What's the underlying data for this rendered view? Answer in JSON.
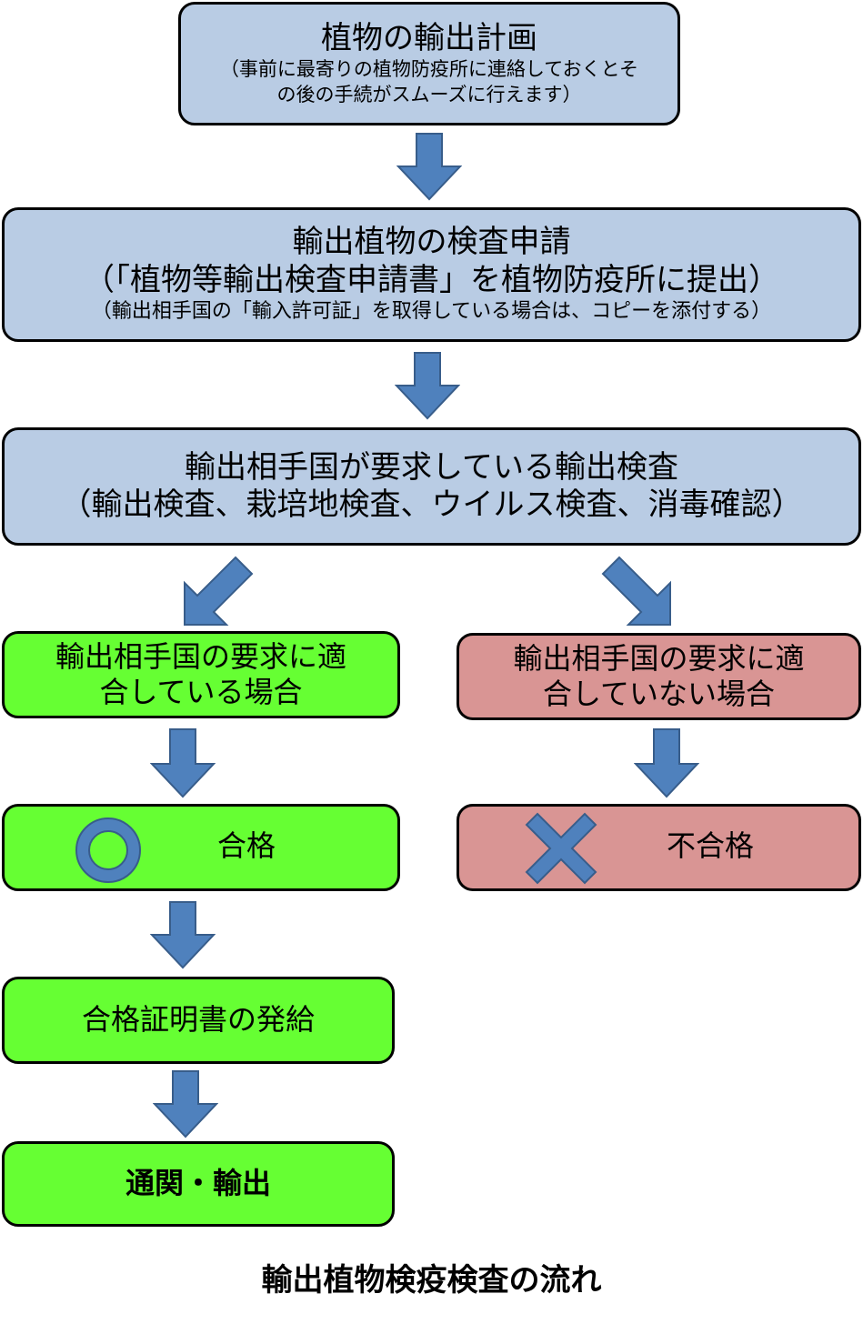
{
  "boxes": {
    "plan": {
      "title": "植物の輸出計画",
      "note_line1": "（事前に最寄りの植物防疫所に連絡しておくとそ",
      "note_line2": "の後の手続がスムーズに行えます）"
    },
    "apply": {
      "title": "輸出植物の検査申請",
      "line2": "（「植物等輸出検査申請書」を植物防疫所に提出）",
      "line3": "（輸出相手国の「輸入許可証」を取得している場合は、コピーを添付する）"
    },
    "inspect": {
      "line1": "輸出相手国が要求している輸出検査",
      "line2": "（輸出検査、栽培地検査、ウイルス検査、消毒確認）"
    },
    "ok_case": {
      "line1": "輸出相手国の要求に適",
      "line2": "合している場合"
    },
    "ng_case": {
      "line1": "輸出相手国の要求に適",
      "line2": "合していない場合"
    },
    "pass": {
      "label": "合格",
      "icon": "circle-icon"
    },
    "fail": {
      "label": "不合格",
      "icon": "cross-icon"
    },
    "certificate": {
      "label": "合格証明書の発給"
    },
    "export": {
      "label": "通関・輸出"
    }
  },
  "footer": {
    "caption": "輸出植物検疫検査の流れ"
  },
  "colors": {
    "blue_box": "#b9cce4",
    "green_box": "#66ff33",
    "red_box": "#d99594",
    "arrow": "#4f81bd",
    "arrow_outline": "#385d8a"
  }
}
